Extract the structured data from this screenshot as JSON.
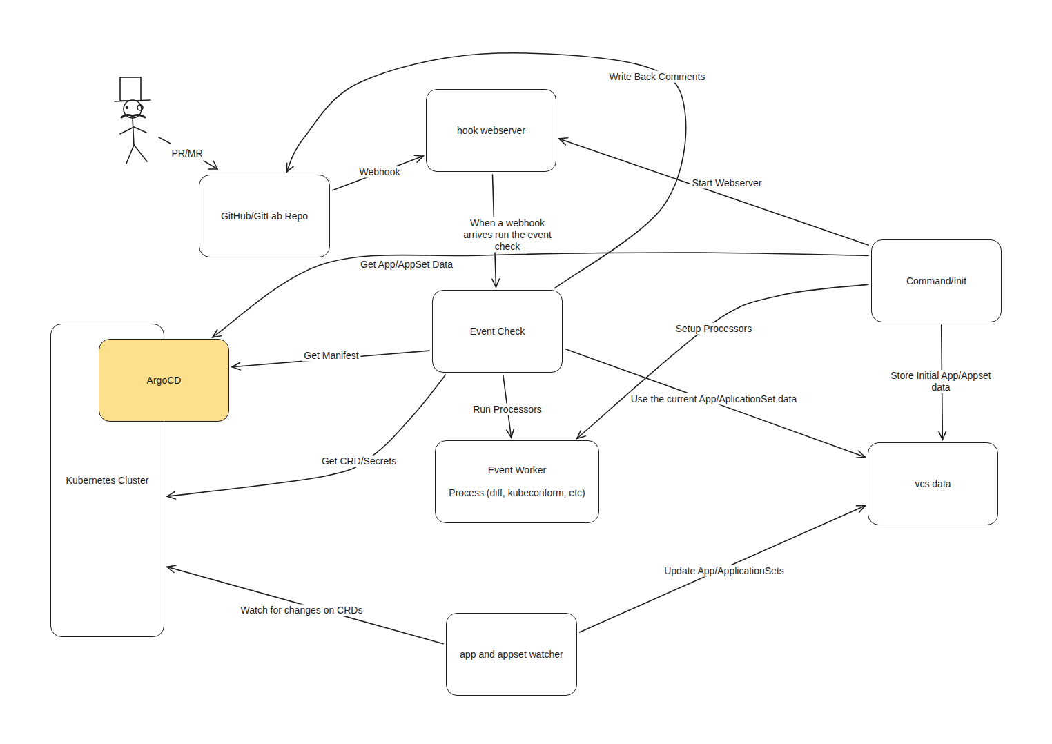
{
  "diagram": {
    "nodes": [
      {
        "text": [
          "GitHub/GitLab Repo"
        ]
      },
      {
        "text": [
          "hook webserver"
        ]
      },
      {
        "text": [
          "Event Check"
        ]
      },
      {
        "text": [
          "Command/Init"
        ]
      },
      {
        "text": [
          "Kubernetes Cluster"
        ]
      },
      {
        "text": [
          "ArgoCD"
        ],
        "in": 4
      },
      {
        "text": [
          "Event Worker",
          "Process (diff, kubeconform, etc)"
        ]
      },
      {
        "text": [
          "vcs data"
        ]
      },
      {
        "text": [
          "app and appset watcher"
        ]
      }
    ],
    "edges": [
      {
        "from": 0,
        "to": 1,
        "label": "Webhook",
        "arrow": "to"
      },
      {
        "from": 1,
        "to": 2,
        "label": "When a webhook arrives run the event check",
        "arrow": "to"
      },
      {
        "from": 2,
        "to": 0,
        "label": "Write Back Comments",
        "arrow": "to"
      },
      {
        "from": 3,
        "to": 1,
        "label": "Start Webserver",
        "arrow": "to"
      },
      {
        "from": 3,
        "to": 5,
        "label": "Get App/AppSet Data",
        "arrow": "to"
      },
      {
        "from": 2,
        "to": 5,
        "label": "Get Manifest",
        "arrow": "to"
      },
      {
        "from": 2,
        "to": 4,
        "label": "Get CRD/Secrets",
        "arrow": "to"
      },
      {
        "from": 2,
        "to": 6,
        "label": "Run Processors",
        "arrow": "to"
      },
      {
        "from": 3,
        "to": 6,
        "label": "Setup Processors",
        "arrow": "to"
      },
      {
        "from": 2,
        "to": 7,
        "label": "Use the current App/AplicationSet data",
        "arrow": "to"
      },
      {
        "from": 3,
        "to": 7,
        "label": "Store Initial App/Appset data",
        "arrow": "to"
      },
      {
        "from": 8,
        "to": 4,
        "label": "Watch for changes on CRDs",
        "arrow": "to"
      },
      {
        "from": 8,
        "to": 7,
        "label": "Update App/ApplicationSets",
        "arrow": "to"
      }
    ],
    "labels": [
      "PR/MR"
    ]
  }
}
